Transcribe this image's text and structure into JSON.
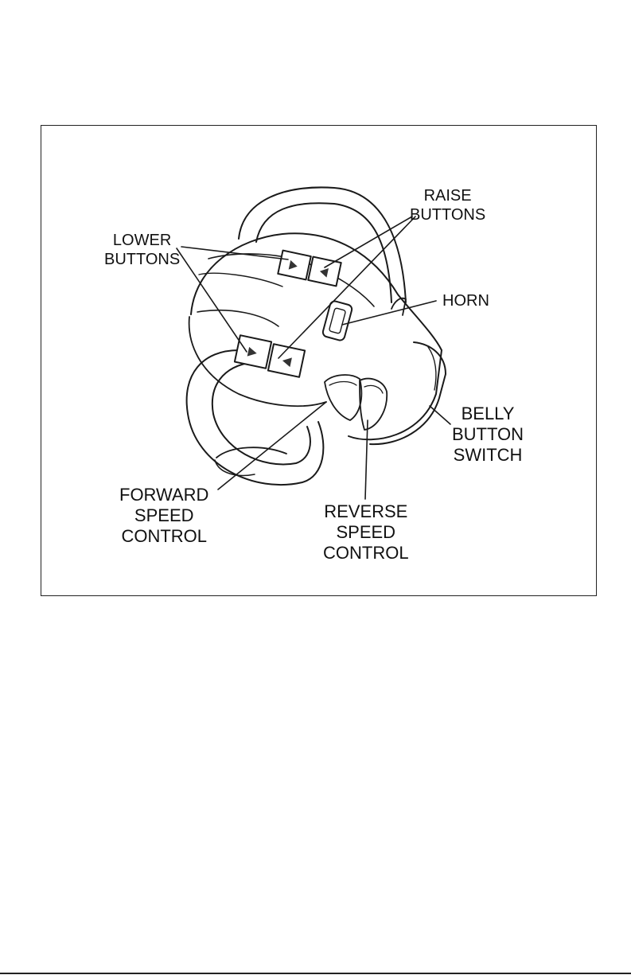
{
  "figure": {
    "labels": {
      "raise_buttons": [
        "RAISE",
        "BUTTONS"
      ],
      "lower_buttons": [
        "LOWER",
        "BUTTONS"
      ],
      "horn": [
        "HORN"
      ],
      "belly_button_switch": [
        "BELLY",
        "BUTTON",
        "SWITCH"
      ],
      "forward_speed_control": [
        "FORWARD",
        "SPEED",
        "CONTROL"
      ],
      "reverse_speed_control": [
        "REVERSE",
        "SPEED",
        "CONTROL"
      ]
    }
  }
}
